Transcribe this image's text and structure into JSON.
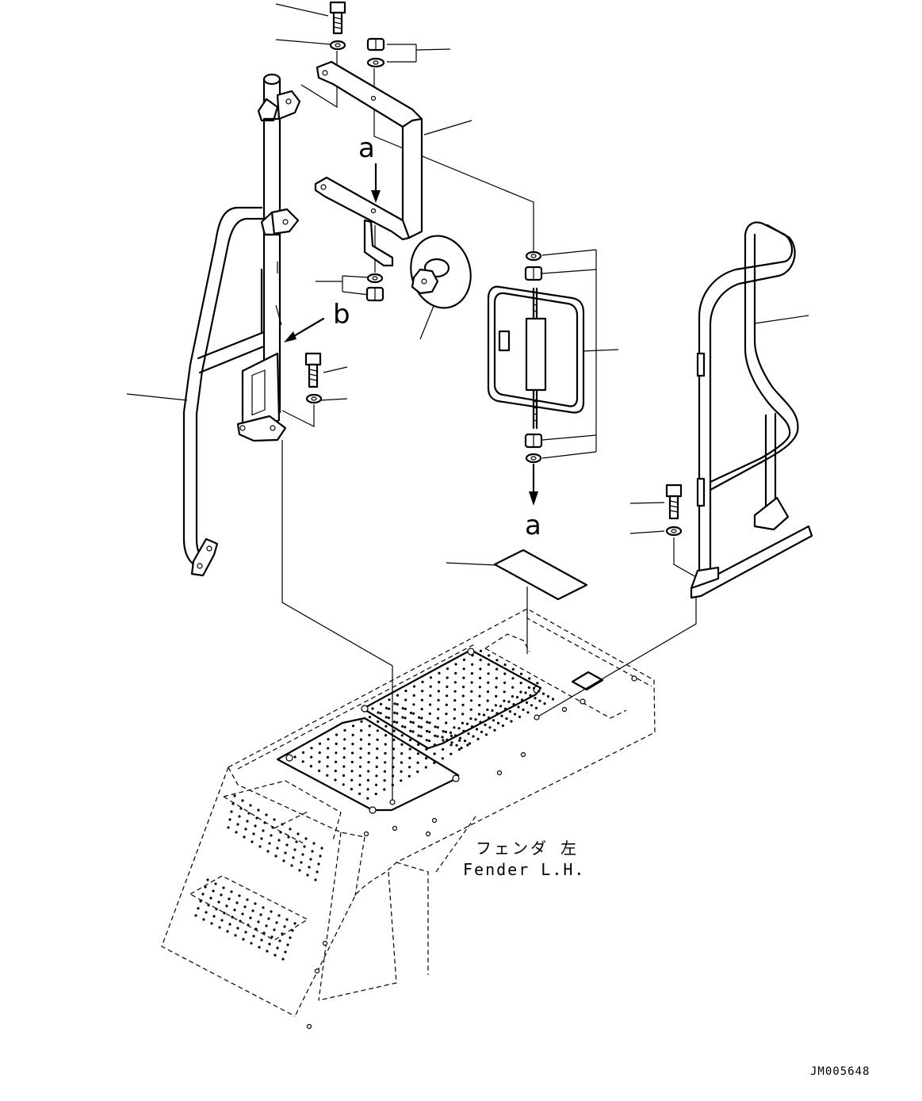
{
  "view_ref_a_top": "a",
  "view_ref_a_bottom": "a",
  "view_ref_b": "b",
  "fender_label_jp": "フェンダ 左",
  "fender_label_en": "Fender L.H.",
  "drawing_number": "JM005648"
}
